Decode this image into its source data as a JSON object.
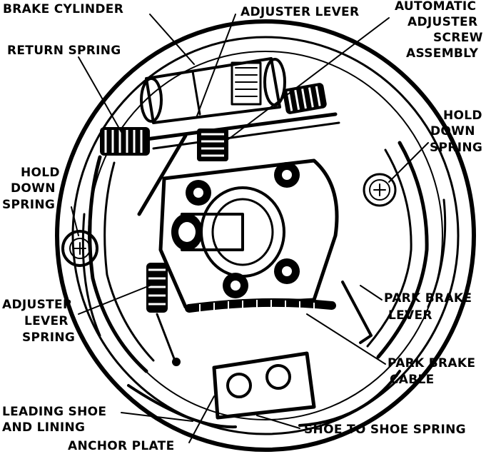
{
  "labels": {
    "brake_cylinder": "BRAKE CYLINDER",
    "adjuster_lever": "ADJUSTER LEVER",
    "auto_adjuster": [
      "AUTOMATIC",
      "ADJUSTER",
      "SCREW",
      "ASSEMBLY"
    ],
    "return_spring": "RETURN SPRING",
    "hold_down_spring_right": [
      "HOLD",
      "DOWN",
      "SPRING"
    ],
    "hold_down_spring_left": [
      "HOLD",
      "DOWN",
      "SPRING"
    ],
    "adjuster_lever_spring": [
      "ADJUSTER",
      "LEVER",
      "SPRING"
    ],
    "park_brake_lever": [
      "PARK BRAKE",
      "LEVER"
    ],
    "park_brake_cable": [
      "PARK BRAKE",
      "CABLE"
    ],
    "leading_shoe": [
      "LEADING SHOE",
      "AND LINING"
    ],
    "shoe_to_shoe_spring": "SHOE TO SHOE SPRING",
    "anchor_plate": "ANCHOR PLATE"
  }
}
